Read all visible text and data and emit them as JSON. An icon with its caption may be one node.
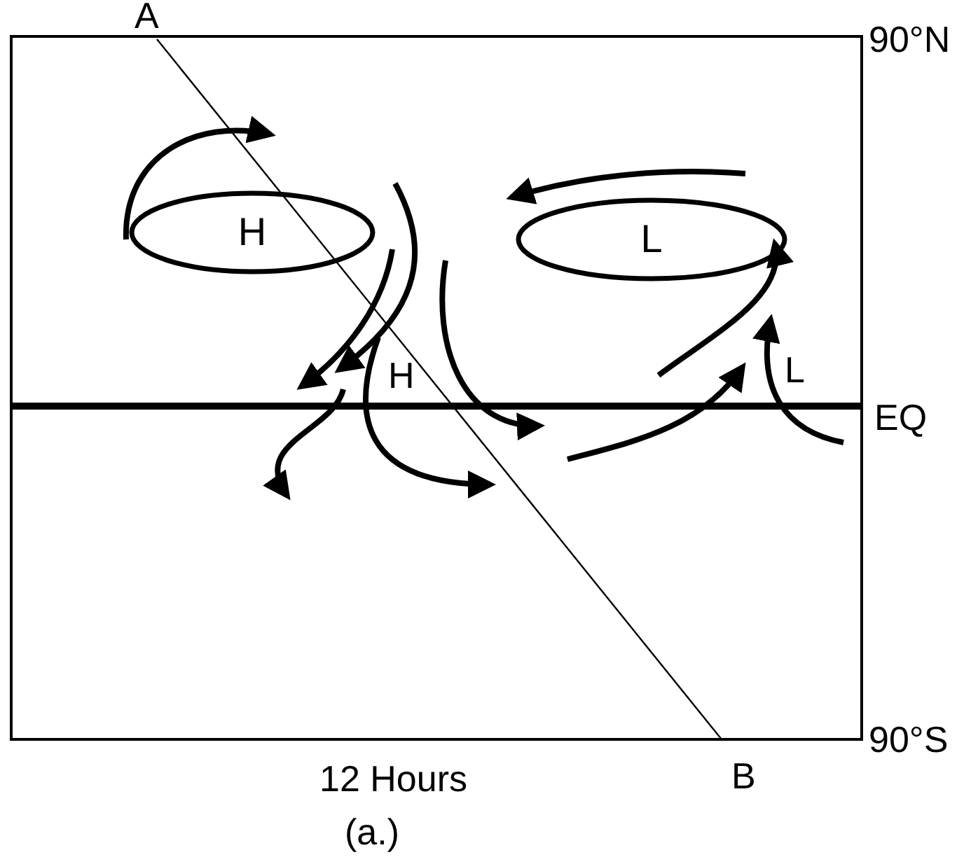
{
  "diagram": {
    "nodes": [
      {
        "text": [
          "H"
        ]
      },
      {
        "text": [
          "L"
        ]
      }
    ],
    "labels": [
      "A",
      "90°N",
      "H",
      "L",
      "EQ",
      "90°S",
      "12 Hours",
      "B",
      "(a.)"
    ]
  }
}
